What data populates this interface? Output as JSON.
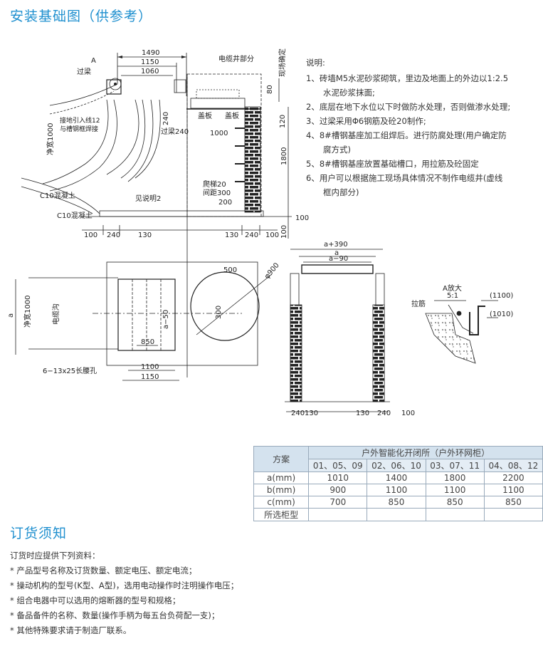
{
  "page_title": "安装基础图（供参考）",
  "drawing_labels": {
    "A": "A",
    "dim_1490": "1490",
    "dim_1150": "1150",
    "dim_1060": "1060",
    "guoliang1": "过梁",
    "cable_well": "电缆井部分",
    "site_fix": "现场确定",
    "dim_80": "80",
    "cover1": "盖板",
    "cover2": "盖板",
    "dim_240a": "240",
    "guoliang2": "过梁",
    "dim_240b": "240",
    "dim_1000": "1000",
    "dim_120": "120",
    "lead_in_1": "接地引入线12",
    "lead_in_2": "与槽钢框焊接",
    "clear_height": "净宽1000",
    "dim_1800": "1800",
    "ladder1": "爬梯20",
    "ladder2": "间距300",
    "dim_200": "200",
    "c10a": "C10混凝土",
    "see_note2": "见说明2",
    "c10b": "C10混凝土",
    "dim_100r": "100",
    "bottom_100a": "100",
    "bottom_240a": "240",
    "bottom_130a": "130",
    "bottom_130b": "130",
    "bottom_240b": "240",
    "bottom_100b": "100",
    "bottom_100v": "100",
    "plan_500": "500",
    "plan_phi900": "φ900",
    "plan_a": "a",
    "plan_clear": "净宽1000",
    "plan_trench": "电缆沟",
    "plan_a50": "a−50",
    "plan_300": "300",
    "plan_850": "850",
    "plan_1100": "1100",
    "plan_1150": "1150",
    "plan_holes": "6−13x25长腰孔",
    "sec_a390": "a+390",
    "sec_a": "a",
    "sec_a90": "a−90",
    "sec_240": "240",
    "sec_130a": "130",
    "sec_130b": "130",
    "sec_240b": "240",
    "sec_100": "100",
    "detail_A": "A放大",
    "detail_scale": "5:1",
    "detail_1100": "(1100)",
    "detail_1010": "(1010)",
    "detail_rebar": "拉筋"
  },
  "notes": {
    "heading": "说明:",
    "items": [
      "1、砖墙M5水泥砂浆砌筑，里边及地面上的外边以1:2.5",
      "水泥砂浆抹面;",
      "2、底层在地下水位以下时做防水处理，否则做渗水处理;",
      "3、过梁采用Φ6钢筋及砼20制作;",
      "4、8#槽钢基座加工组焊后。进行防腐处理(用户确定防",
      "腐方式)",
      "5、8#槽钢基座放置基础槽口，用拉筋及砼固定",
      "6、用户可以根据施工现场具体情况不制作电缆井(虚线",
      "框内部分)"
    ]
  },
  "table": {
    "scheme_label": "方案",
    "group_header": "户外智能化开闭所（户外环网柜）",
    "columns": [
      "01、05、09",
      "02、06、10",
      "03、07、11",
      "04、08、12"
    ],
    "rows": [
      {
        "label": "a(mm)",
        "values": [
          "1010",
          "1400",
          "1800",
          "2200"
        ]
      },
      {
        "label": "b(mm)",
        "values": [
          "900",
          "1100",
          "1100",
          "1100"
        ]
      },
      {
        "label": "c(mm)",
        "values": [
          "700",
          "850",
          "850",
          "850"
        ]
      },
      {
        "label": "所选柜型",
        "values": [
          "",
          "",
          "",
          ""
        ]
      }
    ]
  },
  "order_title": "订货须知",
  "order": {
    "intro": "订货时应提供下列资料：",
    "items": [
      "* 产品型号名称及订货数量、额定电压、额定电流；",
      "* 操动机构的型号(K型、A型)，选用电动操作时注明操作电压；",
      "* 组合电器中可以选用的熔断器的型号和规格；",
      "* 备品备件的名称、数量(操作手柄为每五台负荷配一支)；",
      "* 其他特殊要求请于制造厂联系。"
    ]
  }
}
